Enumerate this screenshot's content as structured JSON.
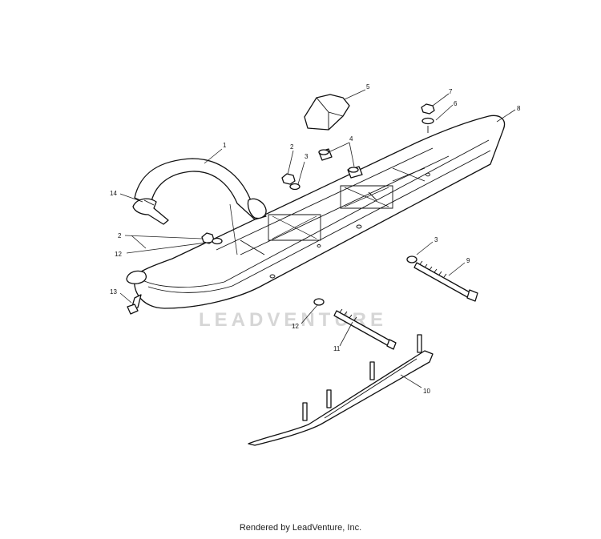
{
  "watermark": "LEADVENTURE",
  "footer": "Rendered by LeadVenture, Inc.",
  "callouts": [
    "1",
    "2",
    "3",
    "4",
    "5",
    "6",
    "7",
    "8",
    "2",
    "12",
    "13",
    "14",
    "3",
    "9",
    "12",
    "11",
    "10"
  ]
}
